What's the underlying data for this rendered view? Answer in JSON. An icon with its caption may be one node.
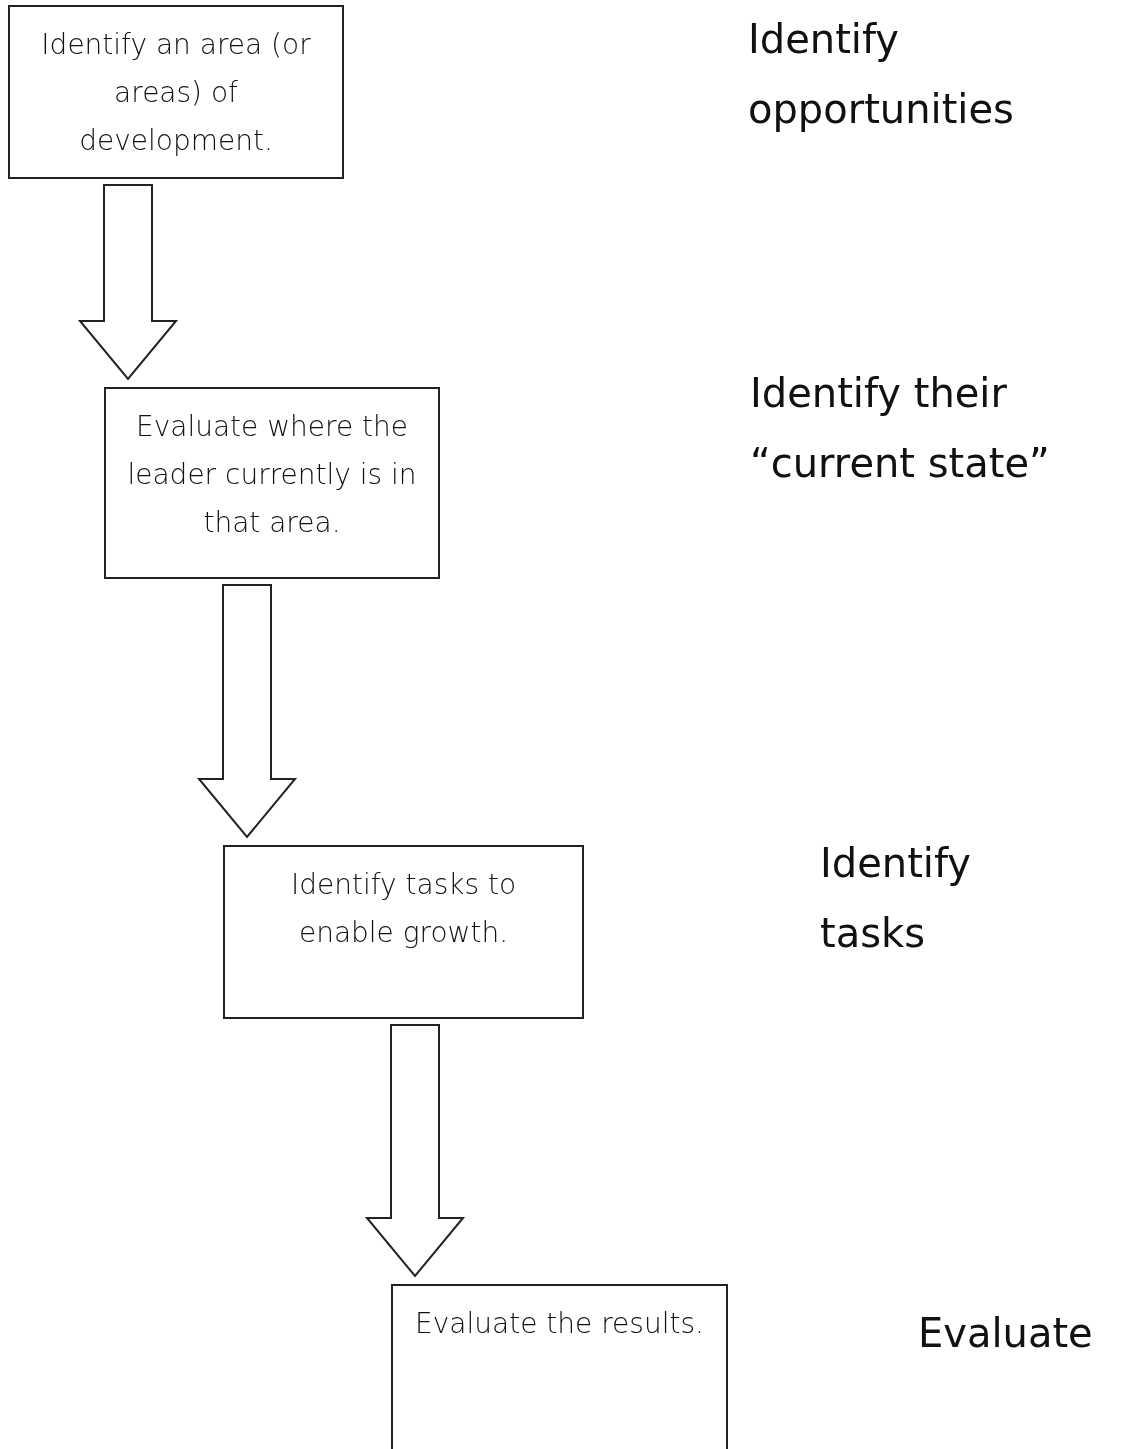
{
  "diagram": {
    "nodes": [
      {
        "text": [
          "Identify an area (or areas) of development."
        ]
      },
      {
        "text": [
          "Evaluate where the leader currently is in that area."
        ]
      },
      {
        "text": [
          "Identify tasks to enable growth."
        ]
      },
      {
        "text": [
          "Evaluate the results."
        ]
      }
    ],
    "edges": [
      {
        "from": 0,
        "to": 1,
        "arrow": "to"
      },
      {
        "from": 1,
        "to": 2,
        "arrow": "to"
      },
      {
        "from": 2,
        "to": 3,
        "arrow": "to"
      }
    ],
    "labels": [
      "Identify opportunities",
      "Identify their “current state”",
      "Identify tasks",
      "Evaluate"
    ]
  }
}
